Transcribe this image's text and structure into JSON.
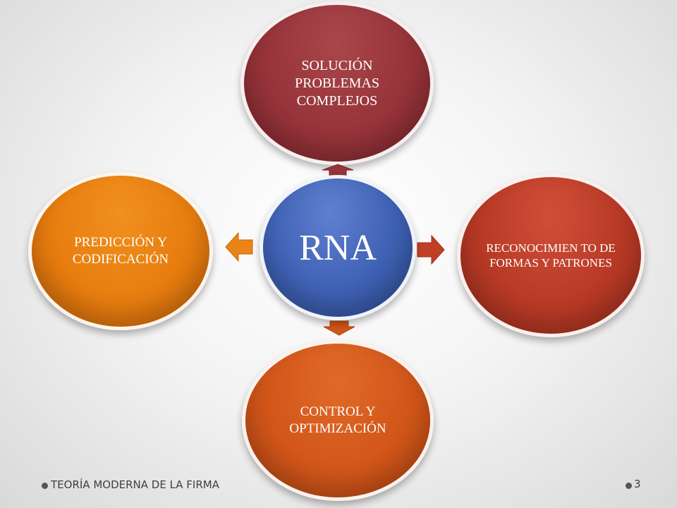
{
  "diagram": {
    "center": {
      "label": "RNA"
    },
    "nodes": {
      "top": {
        "label": "SOLUCIÓN PROBLEMAS COMPLEJOS"
      },
      "right": {
        "label": "RECONOCIMIEN TO DE FORMAS Y PATRONES"
      },
      "bottom": {
        "label": "CONTROL Y OPTIMIZACIÓN"
      },
      "left": {
        "label": "PREDICCIÓN Y CODIFICACIÓN"
      }
    },
    "colors": {
      "center": "#3f61b4",
      "top": "#96343a",
      "right": "#b83a26",
      "bottom": "#d2561a",
      "left": "#e77d0f"
    }
  },
  "footer": {
    "title": "TEORÍA MODERNA DE LA FIRMA",
    "page_number": "3"
  }
}
